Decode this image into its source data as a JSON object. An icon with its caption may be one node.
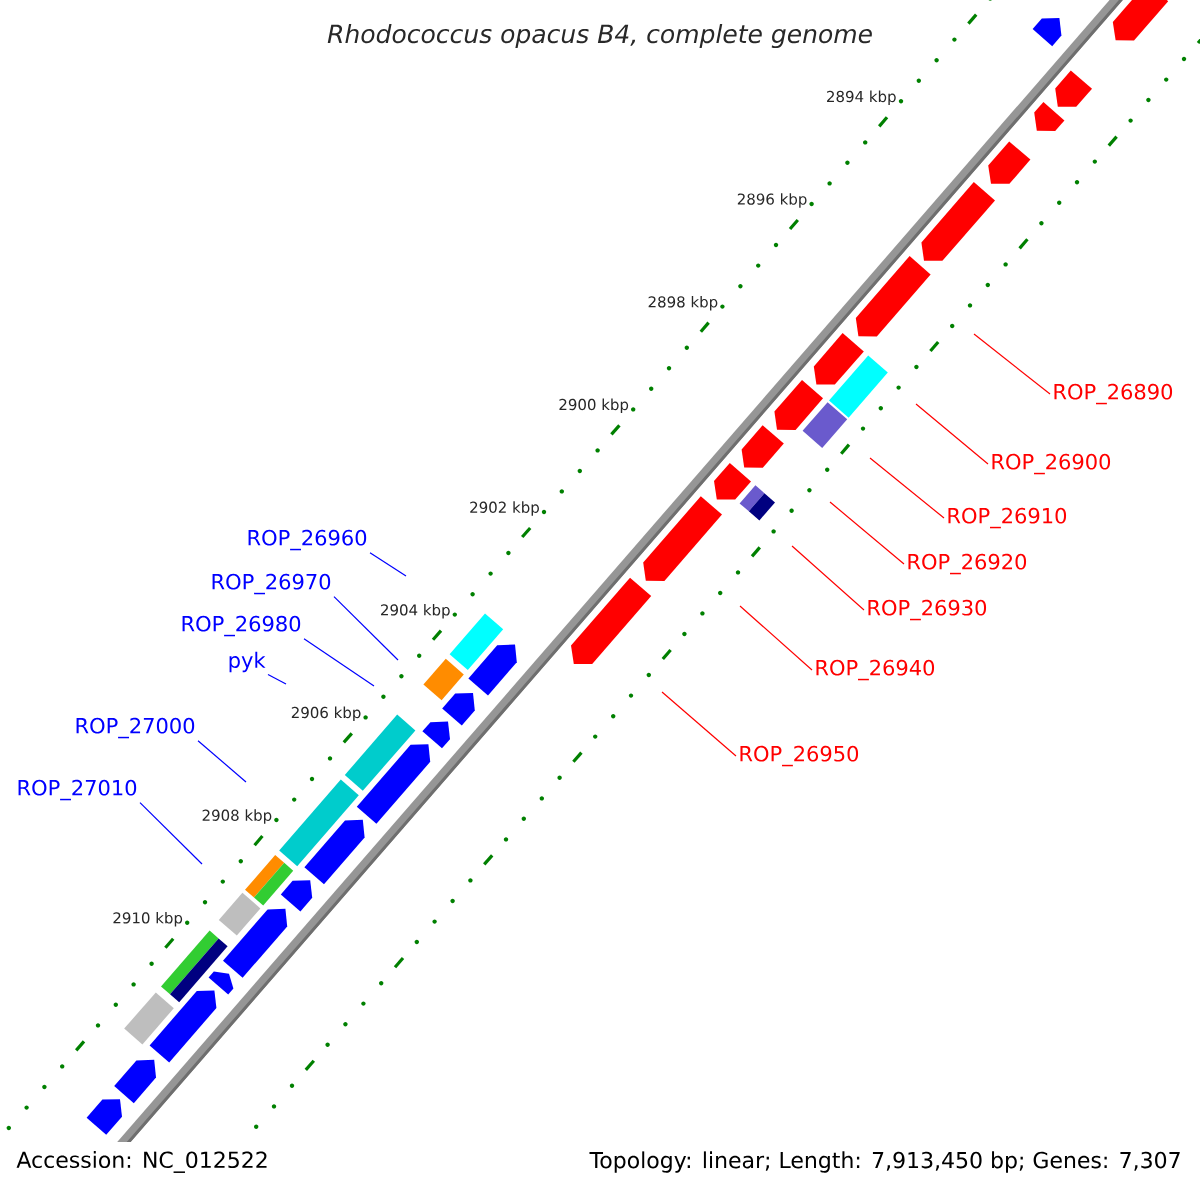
{
  "diagram": {
    "title": "Rhodococcus opacus B4, complete genome",
    "nodes": [
      {
        "text": [
          "ROP_26960"
        ]
      },
      {
        "text": [
          "ROP_26970"
        ]
      },
      {
        "text": [
          "ROP_26980"
        ]
      },
      {
        "text": [
          "pyk"
        ]
      },
      {
        "text": [
          "ROP_27000"
        ]
      },
      {
        "text": [
          "ROP_27010"
        ]
      },
      {
        "text": [
          "ROP_26890"
        ]
      },
      {
        "text": [
          "ROP_26900"
        ]
      },
      {
        "text": [
          "ROP_26910"
        ]
      },
      {
        "text": [
          "ROP_26920"
        ]
      },
      {
        "text": [
          "ROP_26930"
        ]
      },
      {
        "text": [
          "ROP_26940"
        ]
      },
      {
        "text": [
          "ROP_26950"
        ]
      }
    ],
    "edges": [
      {
        "from": 0,
        "to": null,
        "arrow": "none",
        "color": "#0000ff"
      },
      {
        "from": 1,
        "to": null,
        "arrow": "none",
        "color": "#0000ff"
      },
      {
        "from": 2,
        "to": null,
        "arrow": "none",
        "color": "#0000ff"
      },
      {
        "from": 3,
        "to": null,
        "arrow": "none",
        "color": "#0000ff"
      },
      {
        "from": 4,
        "to": null,
        "arrow": "none",
        "color": "#0000ff"
      },
      {
        "from": 5,
        "to": null,
        "arrow": "none",
        "color": "#0000ff"
      },
      {
        "from": 6,
        "to": null,
        "arrow": "none"
      },
      {
        "from": 7,
        "to": null,
        "arrow": "none"
      },
      {
        "from": 8,
        "to": null,
        "arrow": "none"
      },
      {
        "from": 9,
        "to": null,
        "arrow": "none"
      },
      {
        "from": 10,
        "to": null,
        "arrow": "none"
      },
      {
        "from": 11,
        "to": null,
        "arrow": "none"
      },
      {
        "from": 12,
        "to": null,
        "arrow": "none"
      }
    ],
    "labels": [
      "2894 kbp",
      "2896 kbp",
      "2898 kbp",
      "2900 kbp",
      "2902 kbp",
      "2904 kbp",
      "2906 kbp",
      "2908 kbp",
      "2910 kbp",
      "Accession: NC_012522",
      "Topology: linear; Length: 7,913,450 bp; Genes: 7,307"
    ]
  }
}
